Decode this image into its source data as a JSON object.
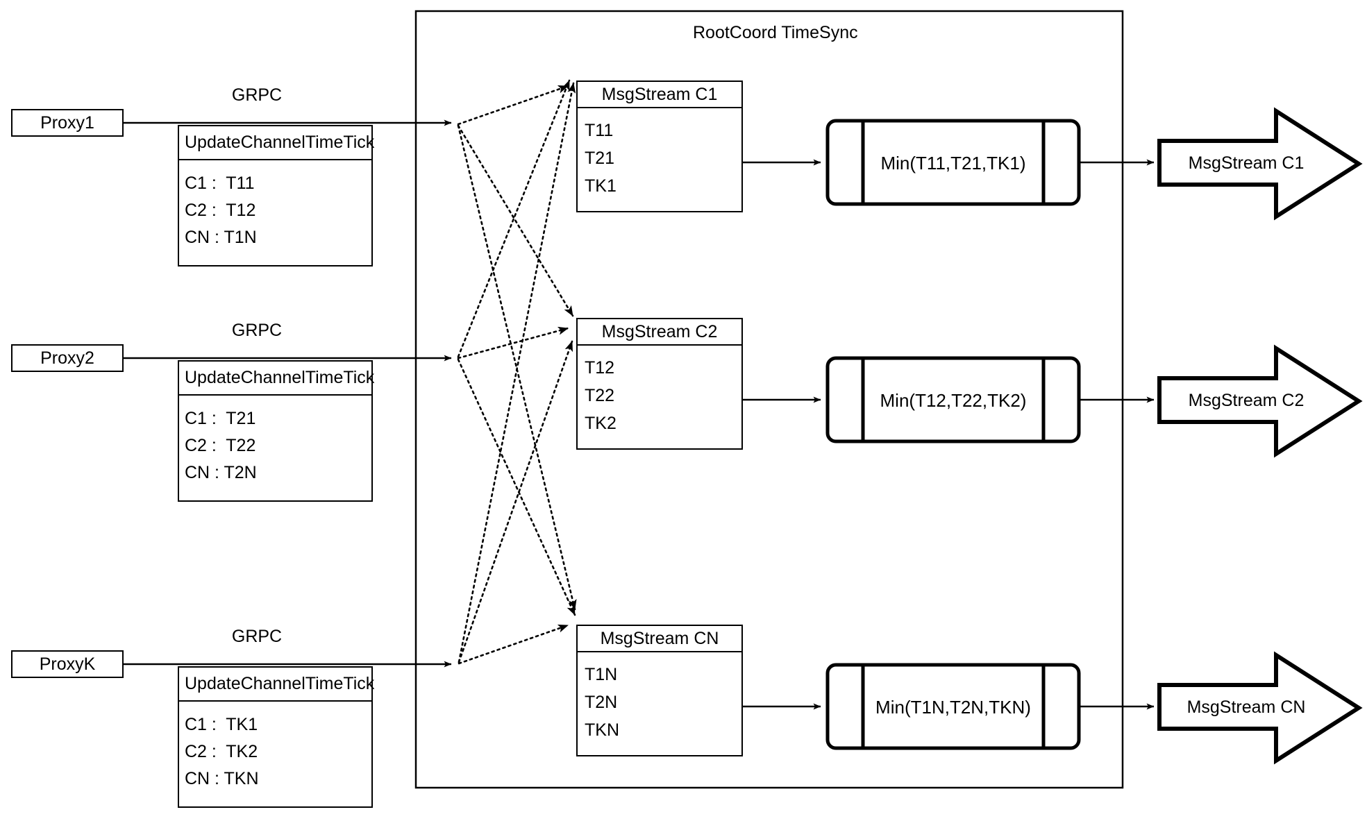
{
  "diagram": {
    "container_title": "RootCoord TimeSync",
    "link_label": "GRPC"
  },
  "proxies": [
    {
      "name": "Proxy1",
      "link_label": "GRPC",
      "message_title": "UpdateChannelTimeTick",
      "rows": [
        "C1 :  T11",
        "C2 :  T12",
        "CN : T1N"
      ]
    },
    {
      "name": "Proxy2",
      "link_label": "GRPC",
      "message_title": "UpdateChannelTimeTick",
      "rows": [
        "C1 :  T21",
        "C2 :  T22",
        "CN : T2N"
      ]
    },
    {
      "name": "ProxyK",
      "link_label": "GRPC",
      "message_title": "UpdateChannelTimeTick",
      "rows": [
        "C1 :  TK1",
        "C2 :  TK2",
        "CN : TKN"
      ]
    }
  ],
  "channels": [
    {
      "stream_title": "MsgStream C1",
      "ticks": [
        "T11",
        "T21",
        "TK1"
      ],
      "min_label": "Min(T11,T21,TK1)",
      "output_label": "MsgStream C1"
    },
    {
      "stream_title": "MsgStream C2",
      "ticks": [
        "T12",
        "T22",
        "TK2"
      ],
      "min_label": "Min(T12,T22,TK2)",
      "output_label": "MsgStream C2"
    },
    {
      "stream_title": "MsgStream CN",
      "ticks": [
        "T1N",
        "T2N",
        "TKN"
      ],
      "min_label": "Min(T1N,T2N,TKN)",
      "output_label": "MsgStream CN"
    }
  ],
  "colors": {
    "stroke": "#000000",
    "background": "#ffffff"
  }
}
